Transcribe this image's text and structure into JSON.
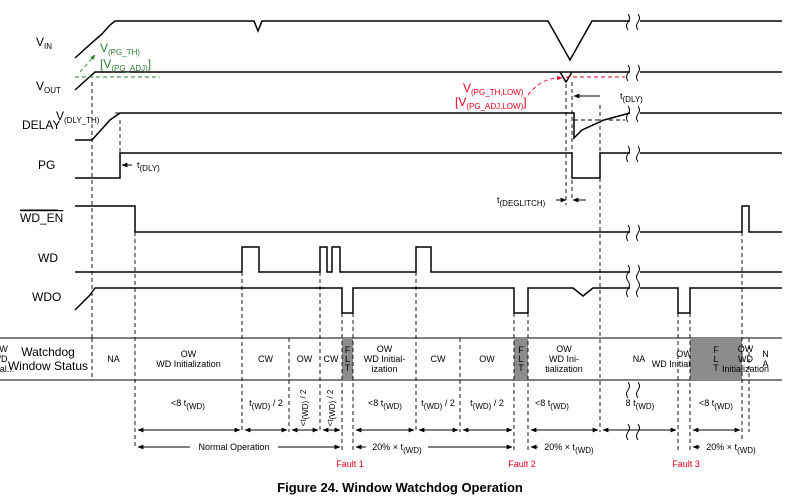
{
  "figure": {
    "caption": "Figure 24.  Window Watchdog Operation"
  },
  "signals": {
    "vin": {
      "main": "V",
      "sub": "IN"
    },
    "vout": {
      "main": "V",
      "sub": "OUT"
    },
    "delay": "DELAY",
    "pg": "PG",
    "wd_en": "WD_EN",
    "wd": "WD",
    "wdo": "WDO"
  },
  "annotations": {
    "vpg_th": {
      "main": "V",
      "sub": "(PG_TH)"
    },
    "vpg_adj": {
      "main": "[V",
      "sub": "(PG_ADJ)",
      "end": "]"
    },
    "vdly_th": {
      "main": "V",
      "sub": "(DLY_TH)"
    },
    "tdly_1": {
      "main": "t",
      "sub": "(DLY)"
    },
    "tdly_2": {
      "main": "t",
      "sub": "(DLY)"
    },
    "vpg_th_low": {
      "main": "V",
      "sub": "(PG_TH,LOW)"
    },
    "vpg_adj_low": {
      "main": "[V",
      "sub": "(PG_ADJ,LOW)",
      "end": "]"
    },
    "tdeglitch": {
      "main": "t",
      "sub": "(DEGLITCH)"
    }
  },
  "status_table": {
    "header": [
      "Watchdog",
      "Window Status"
    ],
    "cells": [
      {
        "lines": [
          "NA"
        ],
        "fill": "white"
      },
      {
        "lines": [
          "OW",
          "WD Initialization"
        ],
        "fill": "white"
      },
      {
        "lines": [
          "CW"
        ],
        "fill": "white"
      },
      {
        "lines": [
          "OW"
        ],
        "fill": "white"
      },
      {
        "lines": [
          "CW"
        ],
        "fill": "white"
      },
      {
        "lines": [
          "F",
          "L",
          "T"
        ],
        "fill": "gray"
      },
      {
        "lines": [
          "OW",
          "WD Initial-",
          "ization"
        ],
        "fill": "white"
      },
      {
        "lines": [
          "CW"
        ],
        "fill": "white"
      },
      {
        "lines": [
          "OW"
        ],
        "fill": "white"
      },
      {
        "lines": [
          "F",
          "L",
          "T"
        ],
        "fill": "gray"
      },
      {
        "lines": [
          "OW",
          "WD Ini-",
          "tialization"
        ],
        "fill": "white"
      },
      {
        "lines": [
          "NA"
        ],
        "fill": "white"
      },
      {
        "lines": [
          "OW",
          "WD Initialization"
        ],
        "fill": "white"
      },
      {
        "lines": [
          "F",
          "L",
          "T"
        ],
        "fill": "gray"
      },
      {
        "lines": [
          "OW",
          "WD",
          "Initialization"
        ],
        "fill": "white"
      },
      {
        "lines": [
          "N",
          "A"
        ],
        "fill": "white"
      },
      {
        "lines": [
          "OW",
          "WD",
          "Initial..."
        ],
        "fill": "white"
      }
    ]
  },
  "timing": {
    "lt8_1": {
      "main": "<8 t",
      "sub": "(WD)"
    },
    "half_1": {
      "main": "t",
      "sub": "(WD)",
      "end": " / 2"
    },
    "half_v1": {
      "main": "<t",
      "sub": "(WD)",
      "end": " / 2"
    },
    "half_v2": {
      "main": "<t",
      "sub": "(WD)",
      "end": " / 2"
    },
    "lt8_2": {
      "main": "<8 t",
      "sub": "(WD)"
    },
    "half_2": {
      "main": "t",
      "sub": "(WD)",
      "end": " / 2"
    },
    "half_3": {
      "main": "t",
      "sub": "(WD)",
      "end": " / 2"
    },
    "lt8_3": {
      "main": "<8 t",
      "sub": "(WD)"
    },
    "eq8": {
      "main": "8 t",
      "sub": "(WD)"
    },
    "lt8_4": {
      "main": "<8 t",
      "sub": "(WD)"
    }
  },
  "spans": {
    "normal": "Normal Operation",
    "pct_1": {
      "main": "20% × t",
      "sub": "(WD)"
    },
    "pct_2": {
      "main": "20% × t",
      "sub": "(WD)"
    },
    "pct_3": {
      "main": "20% × t",
      "sub": "(WD)"
    }
  },
  "faults": [
    "Fault 1",
    "Fault 2",
    "Fault 3"
  ]
}
